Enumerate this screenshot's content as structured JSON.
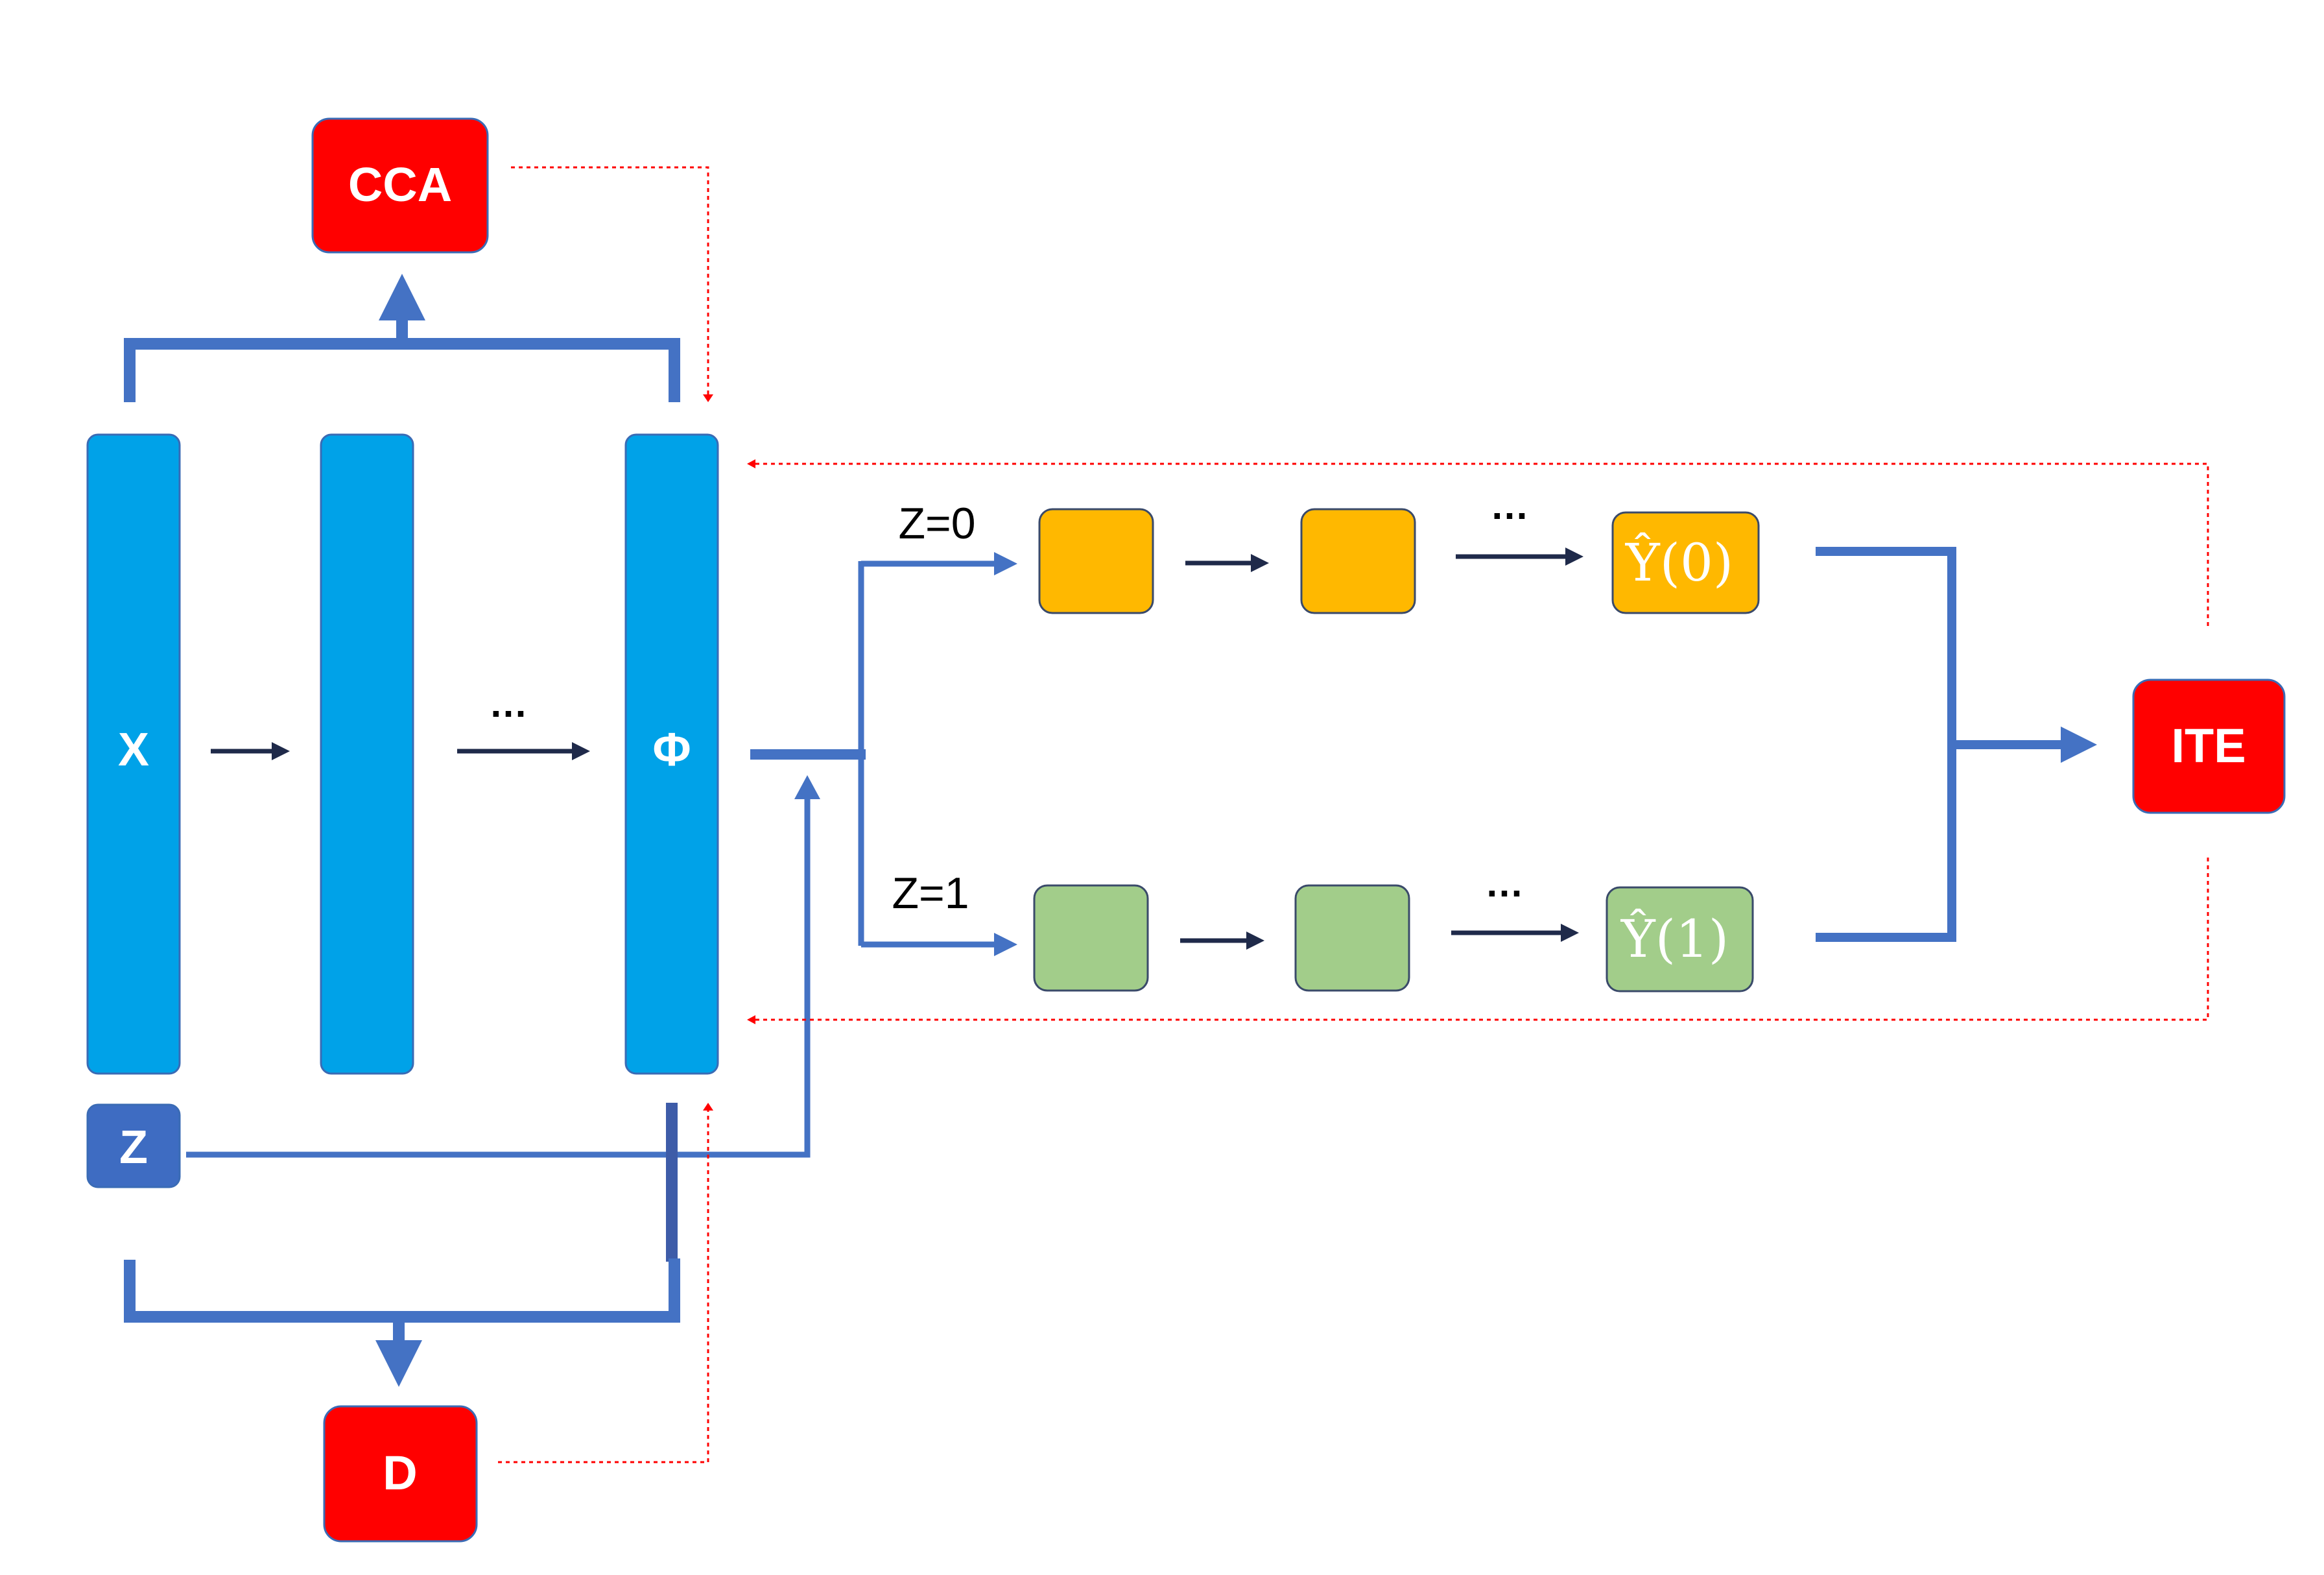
{
  "diagram": {
    "colors": {
      "layer": "#00a2e8",
      "layer_border": "#3a6bb5",
      "red_box": "#ff0000",
      "orange_box": "#ffb800",
      "green_box": "#a2cd8a",
      "z_box": "#3e6cc2",
      "arrow": "#4472c4",
      "dark_arrow": "#1f2a4a",
      "dotted_red": "#ff0000"
    },
    "nodes": {
      "cca": "CCA",
      "d": "D",
      "ite": "ITE",
      "x": "X",
      "phi": "Φ",
      "z": "Z",
      "y0": "Ŷ(0)",
      "y1": "Ŷ(1)"
    },
    "edge_labels": {
      "z0": "Z=0",
      "z1": "Z=1"
    },
    "ellipsis": "…"
  }
}
